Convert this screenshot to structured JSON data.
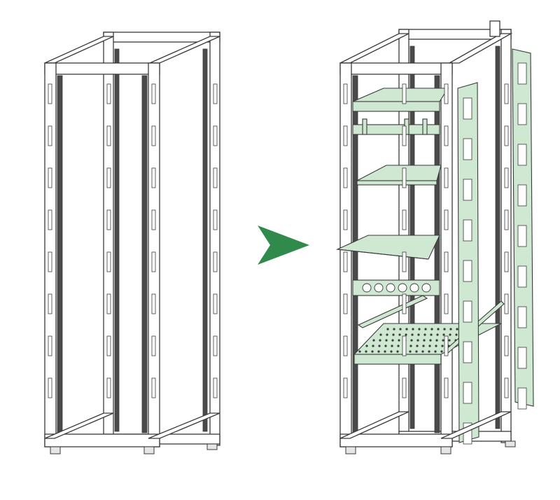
{
  "colors": {
    "background": "#ffffff",
    "frame_fill": "#ffffff",
    "frame_stroke": "#3a3a3a",
    "rail_dark": "#4a4a4a",
    "accessory_fill": "#cfe8d2",
    "accessory_stroke": "#3a3a3a",
    "arrow": "#2f8a4c"
  },
  "left_rack": {
    "label": "",
    "state": "empty"
  },
  "arrow": {
    "icon": "arrow-right-icon"
  },
  "right_rack": {
    "label": "",
    "state": "equipped",
    "accessories": [
      "cable-organizer",
      "cable-management-bar",
      "ventilated-shelf",
      "fixed-shelf",
      "power-strip",
      "perforated-shelf",
      "vertical-cable-manager-front",
      "vertical-cable-manager-rear"
    ]
  }
}
